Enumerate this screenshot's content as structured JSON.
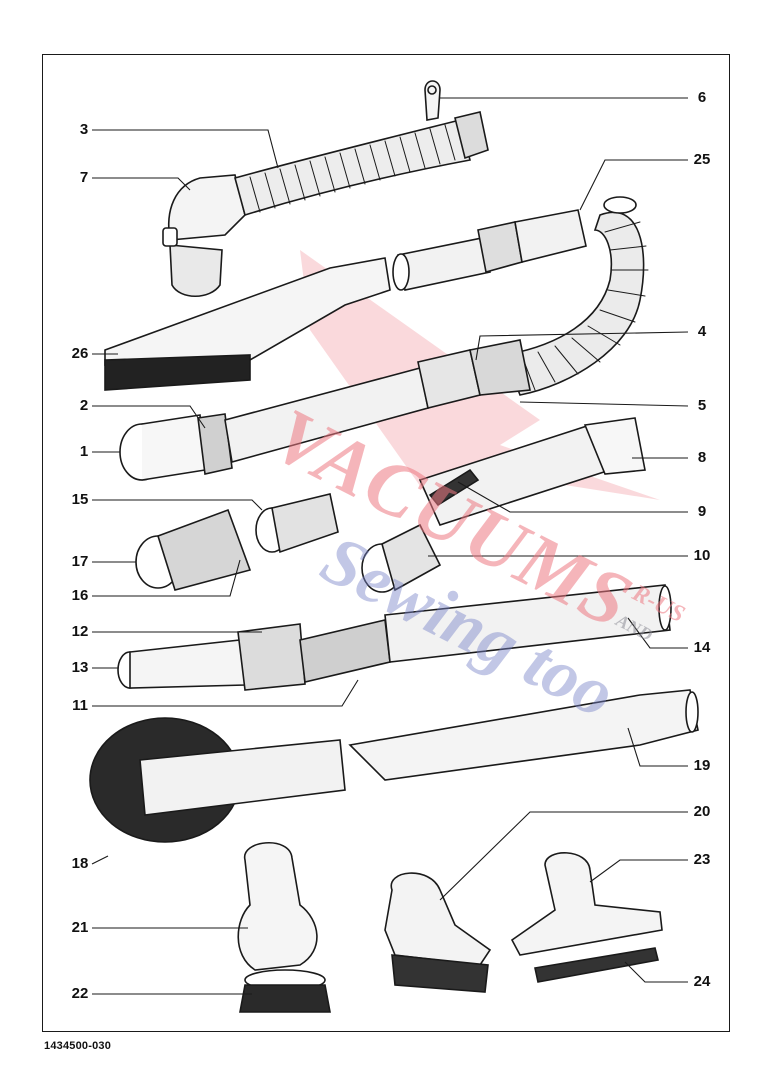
{
  "labels": [
    "1",
    "2",
    "3",
    "4",
    "5",
    "6",
    "7",
    "8",
    "9",
    "10",
    "11",
    "12",
    "13",
    "14",
    "15",
    "16",
    "17",
    "18",
    "19",
    "20",
    "21",
    "22",
    "23",
    "24",
    "25",
    "26"
  ],
  "document_number": "1434500-030",
  "watermark": {
    "line1": "VACUUMS",
    "line2": "R-US",
    "line3": "AND",
    "line4": "Sewing too"
  },
  "colors": {
    "ink": "#1a1a1a",
    "watermark_red": "#ec7882",
    "watermark_blue": "#7882c8"
  }
}
